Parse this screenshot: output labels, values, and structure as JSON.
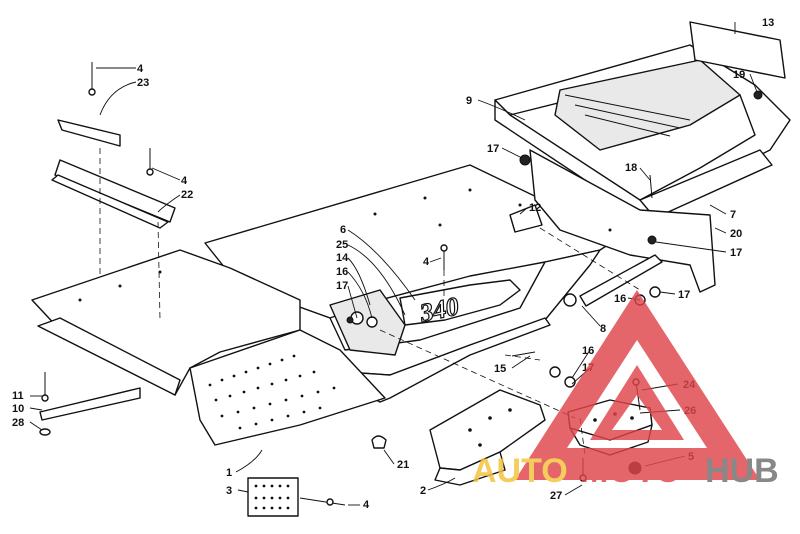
{
  "callouts": {
    "c1": "1",
    "c2": "2",
    "c3": "3",
    "c4a": "4",
    "c4b": "4",
    "c4c": "4",
    "c4d": "4",
    "c5": "5",
    "c6": "6",
    "c7": "7",
    "c8": "8",
    "c9": "9",
    "c10": "10",
    "c11": "11",
    "c12": "12",
    "c13": "13",
    "c14": "14",
    "c15": "15",
    "c16a": "16",
    "c16b": "16",
    "c16c": "16",
    "c17a": "17",
    "c17b": "17",
    "c17c": "17",
    "c17d": "17",
    "c17e": "17",
    "c18": "18",
    "c19": "19",
    "c20": "20",
    "c21": "21",
    "c22": "22",
    "c23": "23",
    "c24": "24",
    "c25": "25",
    "c26": "26",
    "c27": "27",
    "c28": "28"
  },
  "hood_logo": "340",
  "watermark": {
    "auto": "AUTO",
    "moto": "MOTO",
    "hub": "HUB",
    "colors": {
      "auto": "#f3c33a",
      "moto": "#e0454a",
      "hub": "#6f6f6f",
      "triangle": "#e0454a"
    }
  }
}
